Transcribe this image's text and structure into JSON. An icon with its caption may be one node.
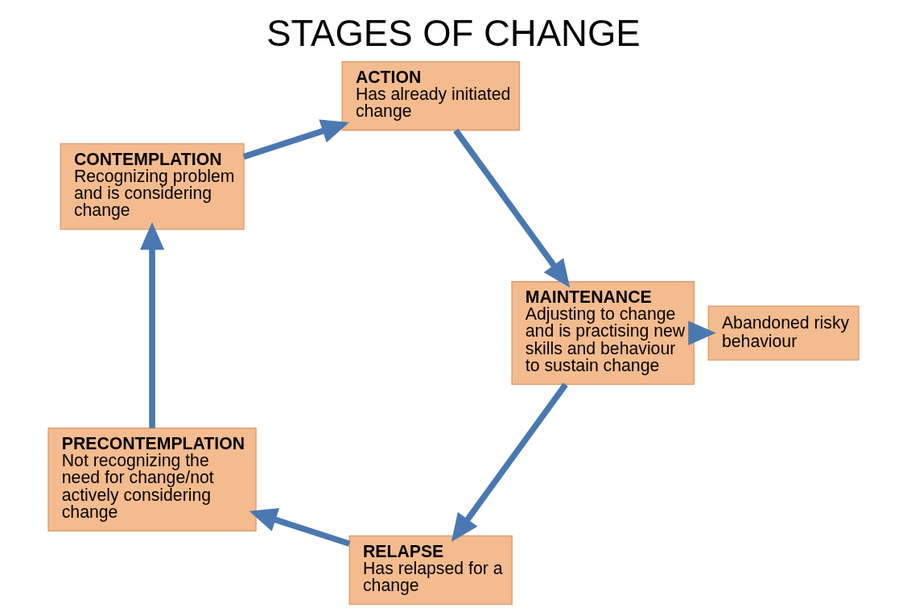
{
  "diagram": {
    "title": "STAGES OF CHANGE",
    "nodes": [
      {
        "text": [
          "PRECONTEMPLATION",
          "Not recognizing the need for change/not actively considering change"
        ]
      },
      {
        "text": [
          "CONTEMPLATION",
          "Recognizing problem and is considering change"
        ]
      },
      {
        "text": [
          "ACTION",
          "Has already initiated change"
        ]
      },
      {
        "text": [
          "MAINTENANCE",
          "Adjusting to change and is practising new skills and behaviour to sustain change"
        ]
      },
      {
        "text": [
          "RELAPSE",
          "Has relapsed for a change"
        ]
      },
      {
        "text": [
          "Abandoned risky behaviour"
        ]
      }
    ],
    "edges": [
      {
        "from": 0,
        "to": 1,
        "arrow": "to"
      },
      {
        "from": 1,
        "to": 2,
        "arrow": "to"
      },
      {
        "from": 2,
        "to": 3,
        "arrow": "to"
      },
      {
        "from": 3,
        "to": 4,
        "arrow": "to"
      },
      {
        "from": 4,
        "to": 0,
        "arrow": "to"
      },
      {
        "from": 3,
        "to": 5,
        "arrow": "to"
      }
    ]
  }
}
